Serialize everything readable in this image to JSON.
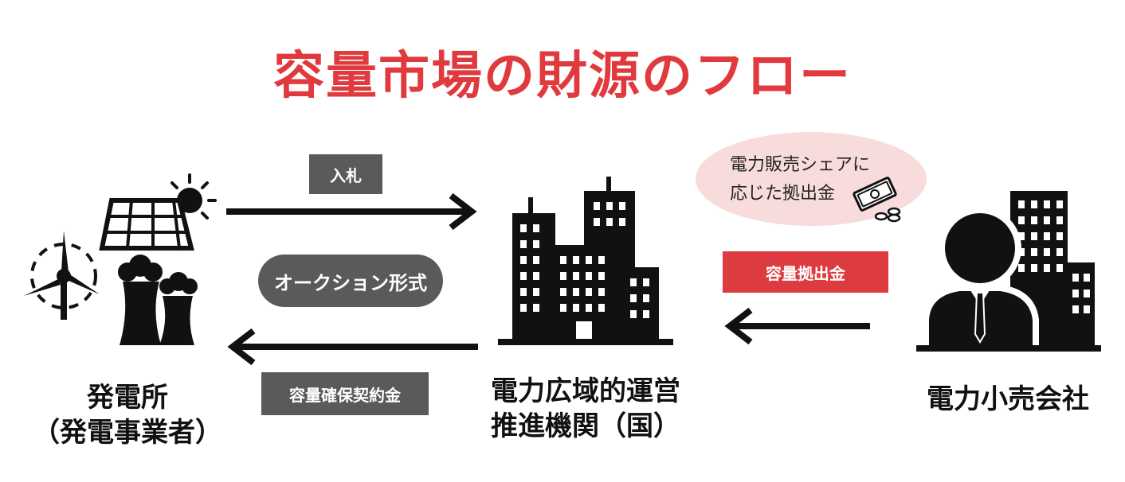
{
  "title": "容量市場の財源のフロー",
  "colors": {
    "title_red": "#e03a3e",
    "dark_gray": "#5a5a5a",
    "red_tag": "#dc3b3f",
    "bubble_pink": "#f8dcdc",
    "black": "#111111"
  },
  "labels": {
    "bid": "入札",
    "auction": "オークション形式",
    "capacity_contract": "容量確保契約金",
    "capacity_contribution": "容量拠出金",
    "bubble_line1": "電力販売シェアに",
    "bubble_line2": "応じた拠出金"
  },
  "entities": {
    "generator_line1": "発電所",
    "generator_line2": "（発電事業者）",
    "occto_line1": "電力広域的運営",
    "occto_line2": "推進機関（国）",
    "retailer": "電力小売会社"
  },
  "icons": {
    "generator": "power-plant-icon",
    "occto": "office-buildings-icon",
    "retailer": "businessman-building-icon",
    "money": "money-coins-icon"
  }
}
